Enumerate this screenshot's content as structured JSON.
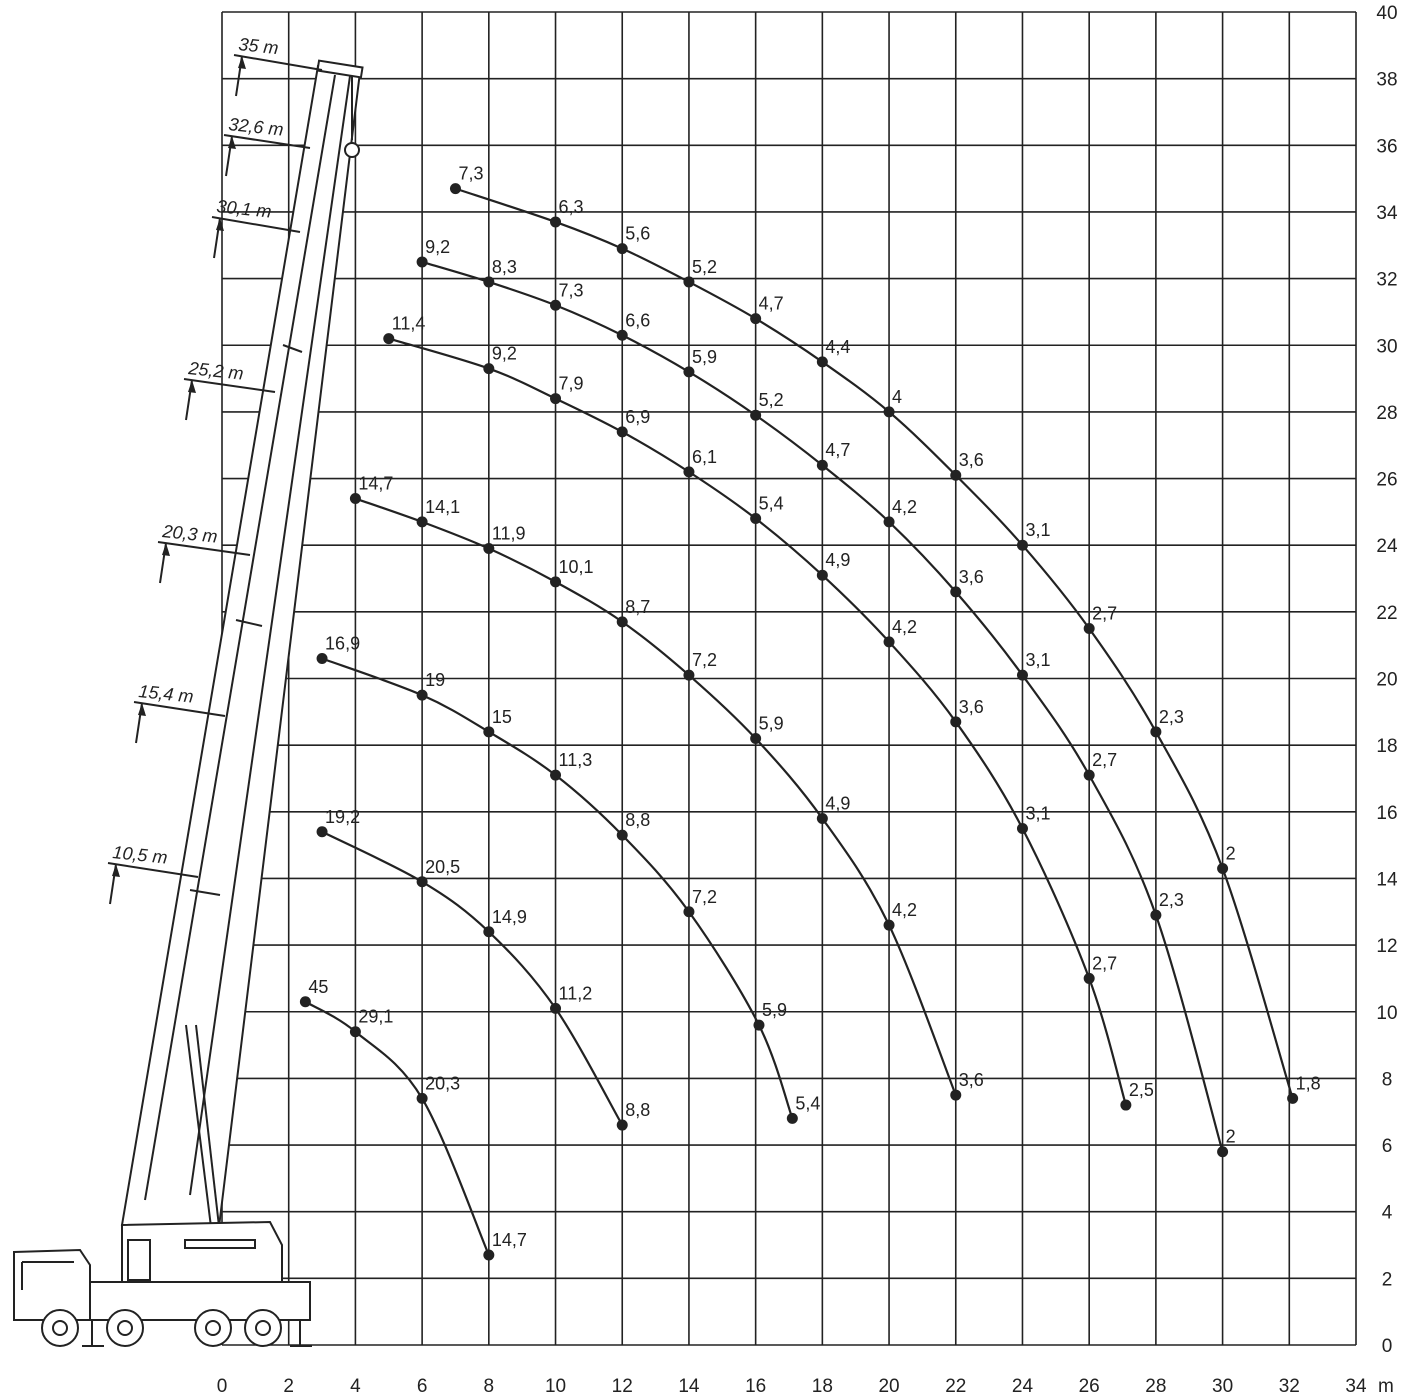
{
  "chart_data": {
    "type": "line",
    "title": "",
    "xlabel": "",
    "ylabel": "",
    "x_unit": "m",
    "xlim": [
      0,
      34
    ],
    "ylim": [
      0,
      40
    ],
    "x_ticks": [
      0,
      2,
      4,
      6,
      8,
      10,
      12,
      14,
      16,
      18,
      20,
      22,
      24,
      26,
      28,
      30,
      32,
      34
    ],
    "y_ticks": [
      0,
      2,
      4,
      6,
      8,
      10,
      12,
      14,
      16,
      18,
      20,
      22,
      24,
      26,
      28,
      30,
      32,
      34,
      36,
      38,
      40
    ],
    "y_axis_side": "right",
    "grid": true,
    "series": [
      {
        "boom_length": "10,5 m",
        "points": [
          {
            "x": 2.5,
            "y": 10.3,
            "label": "45"
          },
          {
            "x": 4,
            "y": 9.4,
            "label": "29,1"
          },
          {
            "x": 6,
            "y": 7.4,
            "label": "20,3"
          },
          {
            "x": 8,
            "y": 2.7,
            "label": "14,7"
          }
        ]
      },
      {
        "boom_length": "15,4 m",
        "points": [
          {
            "x": 3,
            "y": 15.4,
            "label": "19,2"
          },
          {
            "x": 6,
            "y": 13.9,
            "label": "20,5"
          },
          {
            "x": 8,
            "y": 12.4,
            "label": "14,9"
          },
          {
            "x": 10,
            "y": 10.1,
            "label": "11,2"
          },
          {
            "x": 12,
            "y": 6.6,
            "label": "8,8"
          }
        ]
      },
      {
        "boom_length": "20,3 m",
        "points": [
          {
            "x": 3,
            "y": 20.6,
            "label": "16,9"
          },
          {
            "x": 6,
            "y": 19.5,
            "label": "19"
          },
          {
            "x": 8,
            "y": 18.4,
            "label": "15"
          },
          {
            "x": 10,
            "y": 17.1,
            "label": "11,3"
          },
          {
            "x": 12,
            "y": 15.3,
            "label": "8,8"
          },
          {
            "x": 14,
            "y": 13.0,
            "label": "7,2"
          },
          {
            "x": 16.1,
            "y": 9.6,
            "label": "5,9"
          },
          {
            "x": 17.1,
            "y": 6.8,
            "label": "5,4"
          }
        ]
      },
      {
        "boom_length": "25,2 m",
        "points": [
          {
            "x": 4,
            "y": 25.4,
            "label": "14,7"
          },
          {
            "x": 6,
            "y": 24.7,
            "label": "14,1"
          },
          {
            "x": 8,
            "y": 23.9,
            "label": "11,9"
          },
          {
            "x": 10,
            "y": 22.9,
            "label": "10,1"
          },
          {
            "x": 12,
            "y": 21.7,
            "label": "8,7"
          },
          {
            "x": 14,
            "y": 20.1,
            "label": "7,2"
          },
          {
            "x": 16,
            "y": 18.2,
            "label": "5,9"
          },
          {
            "x": 18,
            "y": 15.8,
            "label": "4,9"
          },
          {
            "x": 20,
            "y": 12.6,
            "label": "4,2"
          },
          {
            "x": 22,
            "y": 7.5,
            "label": "3,6"
          }
        ]
      },
      {
        "boom_length": "30,1 m",
        "points": [
          {
            "x": 5,
            "y": 30.2,
            "label": "11,4"
          },
          {
            "x": 8,
            "y": 29.3,
            "label": "9,2"
          },
          {
            "x": 10,
            "y": 28.4,
            "label": "7,9"
          },
          {
            "x": 12,
            "y": 27.4,
            "label": "6,9"
          },
          {
            "x": 14,
            "y": 26.2,
            "label": "6,1"
          },
          {
            "x": 16,
            "y": 24.8,
            "label": "5,4"
          },
          {
            "x": 18,
            "y": 23.1,
            "label": "4,9"
          },
          {
            "x": 20,
            "y": 21.1,
            "label": "4,2"
          },
          {
            "x": 22,
            "y": 18.7,
            "label": "3,6"
          },
          {
            "x": 24,
            "y": 15.5,
            "label": "3,1"
          },
          {
            "x": 26,
            "y": 11.0,
            "label": "2,7"
          },
          {
            "x": 27.1,
            "y": 7.2,
            "label": "2,5"
          }
        ]
      },
      {
        "boom_length": "32,6 m",
        "points": [
          {
            "x": 6,
            "y": 32.5,
            "label": "9,2"
          },
          {
            "x": 8,
            "y": 31.9,
            "label": "8,3"
          },
          {
            "x": 10,
            "y": 31.2,
            "label": "7,3"
          },
          {
            "x": 12,
            "y": 30.3,
            "label": "6,6"
          },
          {
            "x": 14,
            "y": 29.2,
            "label": "5,9"
          },
          {
            "x": 16,
            "y": 27.9,
            "label": "5,2"
          },
          {
            "x": 18,
            "y": 26.4,
            "label": "4,7"
          },
          {
            "x": 20,
            "y": 24.7,
            "label": "4,2"
          },
          {
            "x": 22,
            "y": 22.6,
            "label": "3,6"
          },
          {
            "x": 24,
            "y": 20.1,
            "label": "3,1"
          },
          {
            "x": 26,
            "y": 17.1,
            "label": "2,7"
          },
          {
            "x": 28,
            "y": 12.9,
            "label": "2,3"
          },
          {
            "x": 30,
            "y": 5.8,
            "label": "2"
          }
        ]
      },
      {
        "boom_length": "35 m",
        "points": [
          {
            "x": 7,
            "y": 34.7,
            "label": "7,3"
          },
          {
            "x": 10,
            "y": 33.7,
            "label": "6,3"
          },
          {
            "x": 12,
            "y": 32.9,
            "label": "5,6"
          },
          {
            "x": 14,
            "y": 31.9,
            "label": "5,2"
          },
          {
            "x": 16,
            "y": 30.8,
            "label": "4,7"
          },
          {
            "x": 18,
            "y": 29.5,
            "label": "4,4"
          },
          {
            "x": 20,
            "y": 28.0,
            "label": "4"
          },
          {
            "x": 22,
            "y": 26.1,
            "label": "3,6"
          },
          {
            "x": 24,
            "y": 24.0,
            "label": "3,1"
          },
          {
            "x": 26,
            "y": 21.5,
            "label": "2,7"
          },
          {
            "x": 28,
            "y": 18.4,
            "label": "2,3"
          },
          {
            "x": 30,
            "y": 14.3,
            "label": "2"
          },
          {
            "x": 32.1,
            "y": 7.4,
            "label": "1,8"
          }
        ]
      }
    ],
    "boom_length_labels": [
      "35 m",
      "32,6 m",
      "30,1 m",
      "25,2 m",
      "20,3 m",
      "15,4 m",
      "10,5 m"
    ]
  }
}
